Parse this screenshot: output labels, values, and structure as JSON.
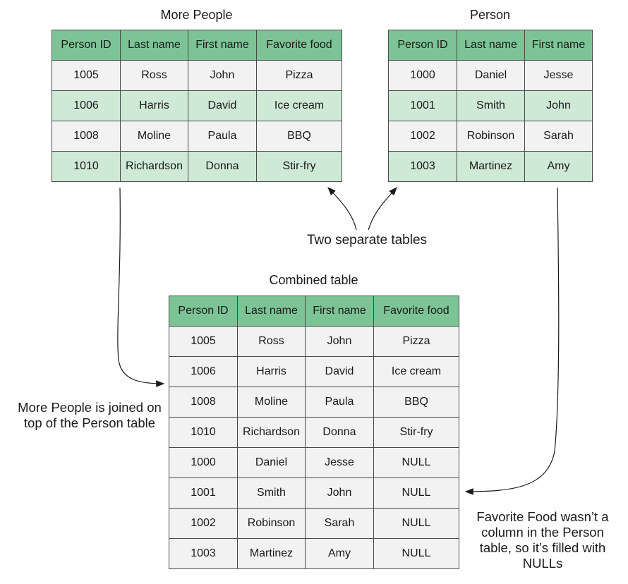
{
  "more_people": {
    "title": "More People",
    "columns": [
      "Person ID",
      "Last name",
      "First name",
      "Favorite food"
    ],
    "rows": [
      [
        "1005",
        "Ross",
        "John",
        "Pizza"
      ],
      [
        "1006",
        "Harris",
        "David",
        "Ice cream"
      ],
      [
        "1008",
        "Moline",
        "Paula",
        "BBQ"
      ],
      [
        "1010",
        "Richardson",
        "Donna",
        "Stir-fry"
      ]
    ]
  },
  "person": {
    "title": "Person",
    "columns": [
      "Person ID",
      "Last name",
      "First name"
    ],
    "rows": [
      [
        "1000",
        "Daniel",
        "Jesse"
      ],
      [
        "1001",
        "Smith",
        "John"
      ],
      [
        "1002",
        "Robinson",
        "Sarah"
      ],
      [
        "1003",
        "Martinez",
        "Amy"
      ]
    ]
  },
  "combined": {
    "title": "Combined table",
    "columns": [
      "Person ID",
      "Last name",
      "First name",
      "Favorite food"
    ],
    "rows": [
      [
        "1005",
        "Ross",
        "John",
        "Pizza"
      ],
      [
        "1006",
        "Harris",
        "David",
        "Ice cream"
      ],
      [
        "1008",
        "Moline",
        "Paula",
        "BBQ"
      ],
      [
        "1010",
        "Richardson",
        "Donna",
        "Stir-fry"
      ],
      [
        "1000",
        "Daniel",
        "Jesse",
        "NULL"
      ],
      [
        "1001",
        "Smith",
        "John",
        "NULL"
      ],
      [
        "1002",
        "Robinson",
        "Sarah",
        "NULL"
      ],
      [
        "1003",
        "Martinez",
        "Amy",
        "NULL"
      ]
    ]
  },
  "annotations": {
    "two_tables": "Two separate tables",
    "joined_note": "More People is joined on top of the Person table",
    "null_note": "Favorite Food wasn’t a column in the Person table, so it’s filled with NULLs"
  },
  "colors": {
    "header": "#7cc496",
    "stripe_green": "#cfe9d7",
    "stripe_gray": "#f2f2f2",
    "border": "#4a4a4a"
  }
}
